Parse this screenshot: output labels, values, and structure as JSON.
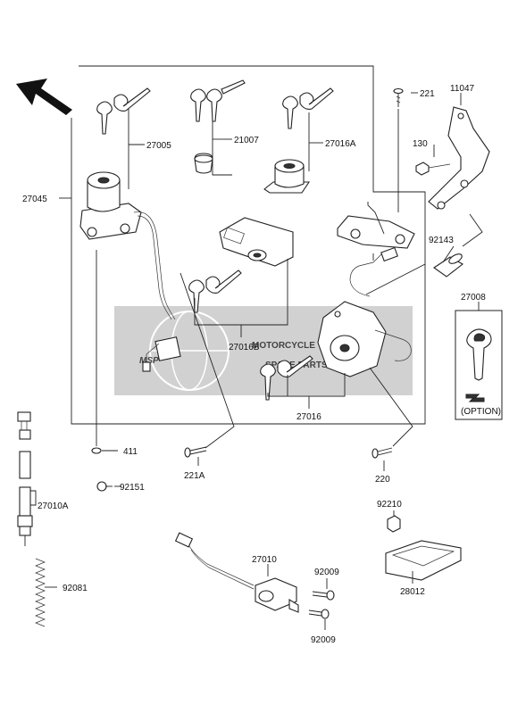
{
  "labels": {
    "l27045": "27045",
    "l27005": "27005",
    "l21007": "21007",
    "l27016A": "27016A",
    "l221": "221",
    "l11047": "11047",
    "l130": "130",
    "l92143": "92143",
    "l27008": "27008",
    "l27016B": "27016B",
    "l27016": "27016",
    "l411": "411",
    "l92151": "92151",
    "l221A": "221A",
    "l220": "220",
    "l27010A": "27010A",
    "l92210": "92210",
    "l92081": "92081",
    "l27010": "27010",
    "l92009a": "92009",
    "l92009b": "92009",
    "l28012": "28012",
    "option": "(OPTION)"
  },
  "watermark": {
    "logo": "MSP",
    "line1": "MOTORCYCLE",
    "line2": "SPARE PARTS",
    "color": "#c0391b"
  },
  "colors": {
    "line": "#222222",
    "watermark_band": "#9a9a9a"
  }
}
